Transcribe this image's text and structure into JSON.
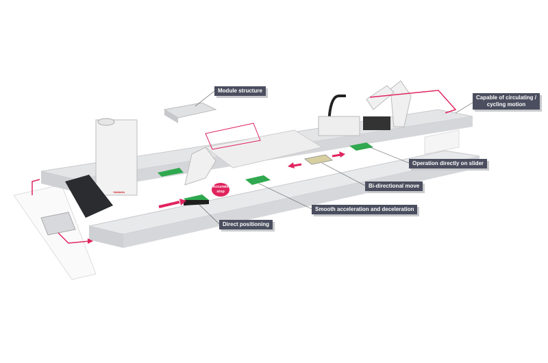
{
  "callouts": {
    "module_structure": "Module structure",
    "circulating_line1": "Capable of circulating /",
    "circulating_line2": "cycling motion",
    "operation_on_slider": "Operation directly on slider",
    "bi_directional": "Bi-directional move",
    "smooth_accel": "Smooth acceleration and deceleration",
    "direct_positioning": "Direct positioning"
  },
  "bubble": {
    "line1": "Accurate",
    "line2": "stop"
  },
  "brand": "YAMAHA",
  "colors": {
    "callout_bg": "#4b4e5e",
    "accent": "#e0245e",
    "rail": "#d9dadc",
    "slider": "#2fa84f"
  }
}
